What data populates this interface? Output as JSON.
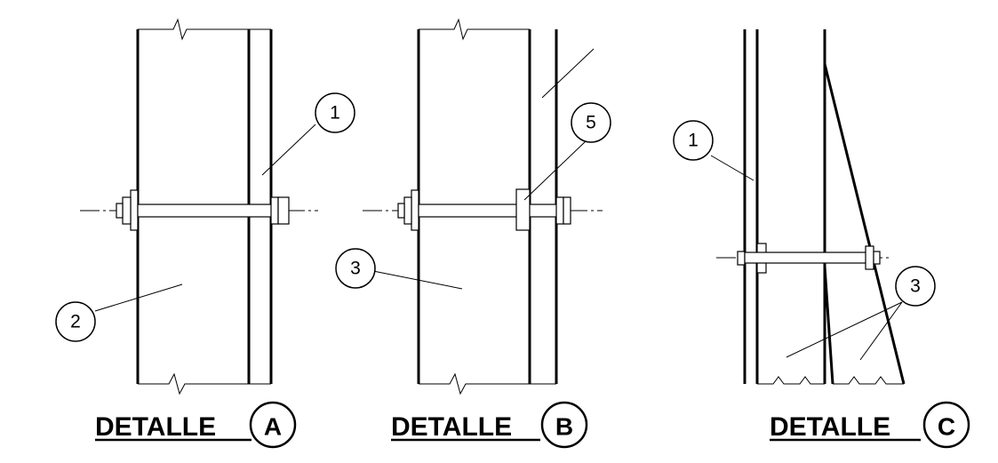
{
  "details": [
    {
      "title": "DETALLE",
      "letter": "A",
      "callouts": [
        "1",
        "2"
      ]
    },
    {
      "title": "DETALLE",
      "letter": "B",
      "callouts": [
        "5",
        "3"
      ]
    },
    {
      "title": "DETALLE",
      "letter": "C",
      "callouts": [
        "1",
        "3"
      ]
    }
  ]
}
